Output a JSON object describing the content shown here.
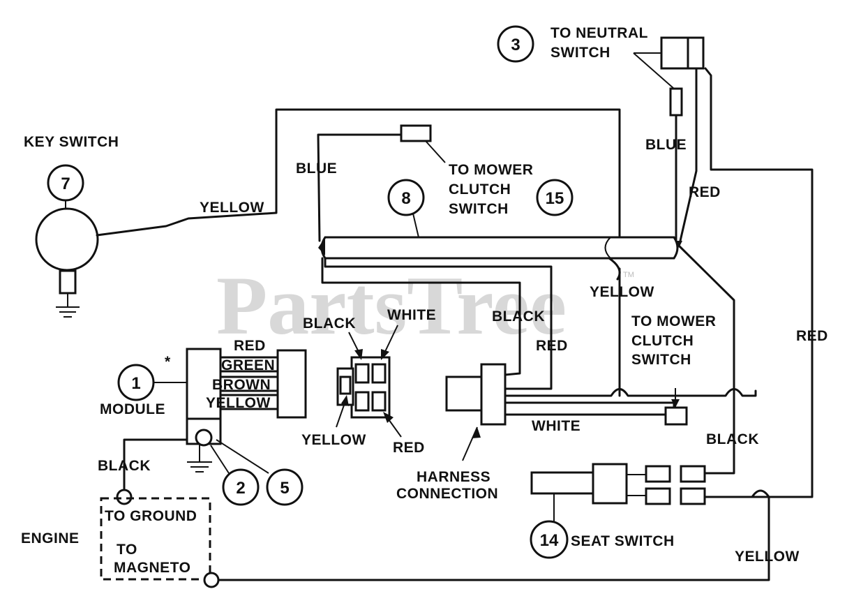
{
  "watermark": "PartsTree",
  "callouts": {
    "c1": "1",
    "c2": "2",
    "c3": "3",
    "c5": "5",
    "c7": "7",
    "c8": "8",
    "c14": "14",
    "c15": "15"
  },
  "labels": {
    "key_switch": "KEY SWITCH",
    "to_neutral_line1": "TO NEUTRAL",
    "to_neutral_line2": "SWITCH",
    "module": "MODULE",
    "asterisk": "*",
    "engine": "ENGINE",
    "to_ground": "TO GROUND",
    "to_magneto_line1": "TO",
    "to_magneto_line2": "MAGNETO",
    "mower_clutch_top_line1": "TO MOWER",
    "mower_clutch_top_line2": "CLUTCH",
    "mower_clutch_top_line3": "SWITCH",
    "mower_clutch_right_line1": "TO MOWER",
    "mower_clutch_right_line2": "CLUTCH",
    "mower_clutch_right_line3": "SWITCH",
    "harness_line1": "HARNESS",
    "harness_line2": "CONNECTION",
    "seat_switch": "SEAT SWITCH"
  },
  "wire_labels": {
    "yellow_key": "YELLOW",
    "blue_top": "BLUE",
    "blue_neutral": "BLUE",
    "red_neutral": "RED",
    "yellow_mid": "YELLOW",
    "black_mid": "BLACK",
    "red_mid": "RED",
    "red_right": "RED",
    "white_harness": "WHITE",
    "black_seat": "BLACK",
    "yellow_bottom": "YELLOW",
    "black_ground": "BLACK",
    "module_red": "RED",
    "module_green": "GREEN",
    "module_brown": "BROWN",
    "module_yellow": "YELLOW",
    "connector_black": "BLACK",
    "connector_white": "WHITE",
    "connector_yellow": "YELLOW",
    "connector_red": "RED"
  },
  "watermark_tm": "TM"
}
